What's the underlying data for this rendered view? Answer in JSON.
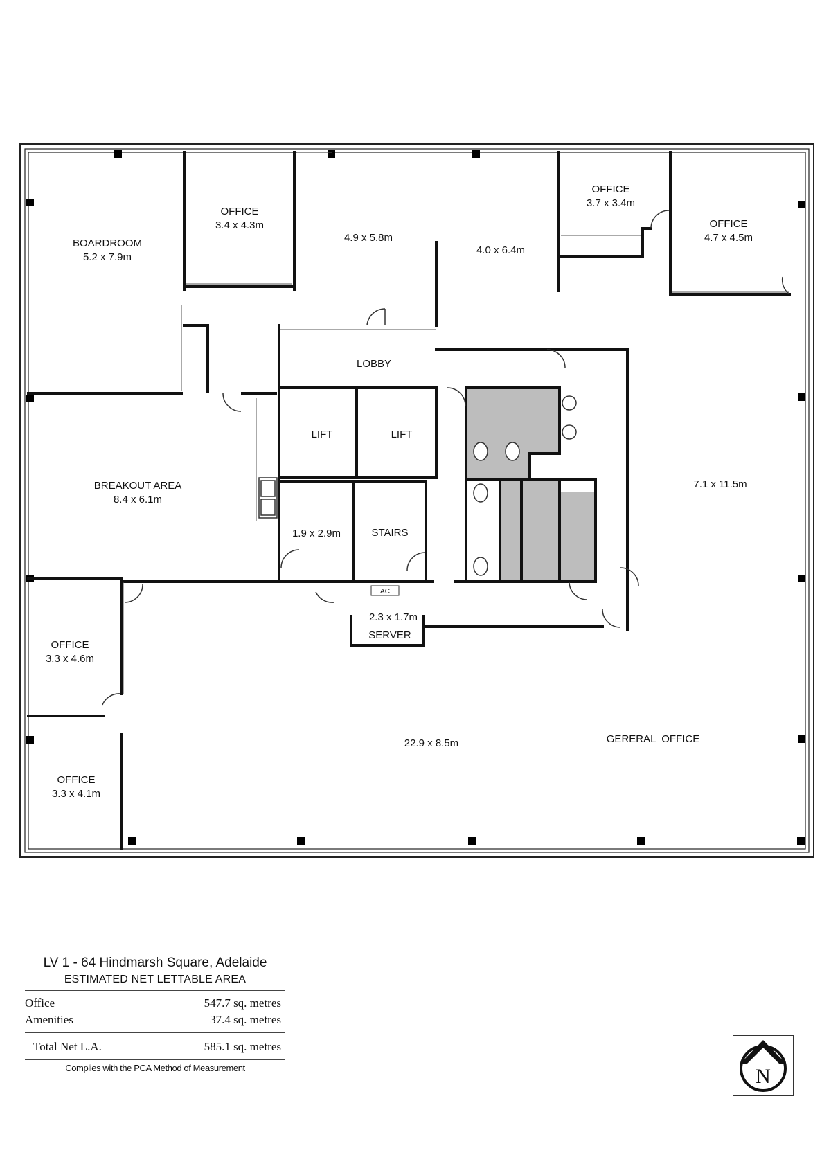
{
  "rooms": {
    "boardroom": {
      "name": "BOARDROOM",
      "size": "5.2 x 7.9m"
    },
    "office_nw": {
      "name": "OFFICE",
      "size": "3.4 x 4.3m"
    },
    "area_a": {
      "size": "4.9 x 5.8m"
    },
    "area_b": {
      "size": "4.0 x 6.4m"
    },
    "office_ne1": {
      "name": "OFFICE",
      "size": "3.7 x 3.4m"
    },
    "office_ne2": {
      "name": "OFFICE",
      "size": "4.7 x 4.5m"
    },
    "lobby": {
      "name": "LOBBY"
    },
    "lift1": {
      "name": "LIFT"
    },
    "lift2": {
      "name": "LIFT"
    },
    "breakout": {
      "name": "BREAKOUT AREA",
      "size": "8.4 x 6.1m"
    },
    "store": {
      "size": "1.9 x 2.9m"
    },
    "stairs": {
      "name": "STAIRS"
    },
    "ac": {
      "name": "AC"
    },
    "server": {
      "name": "SERVER",
      "size": "2.3 x 1.7m"
    },
    "east_area": {
      "size": "7.1 x 11.5m"
    },
    "office_w1": {
      "name": "OFFICE",
      "size": "3.3 x 4.6m"
    },
    "office_w2": {
      "name": "OFFICE",
      "size": "3.3 x 4.1m"
    },
    "general": {
      "name": "GERERAL  OFFICE",
      "size": "22.9 x 8.5m"
    }
  },
  "summary": {
    "address": "LV 1 - 64 Hindmarsh Square, Adelaide",
    "title": "ESTIMATED NET LETTABLE AREA",
    "office_label": "Office",
    "office_value": "547.7 sq. metres",
    "amenities_label": "Amenities",
    "amenities_value": "37.4 sq. metres",
    "total_label": "Total Net L.A.",
    "total_value": "585.1 sq. metres",
    "note": "Complies with the PCA Method of Measurement"
  },
  "compass": {
    "letter": "N"
  }
}
